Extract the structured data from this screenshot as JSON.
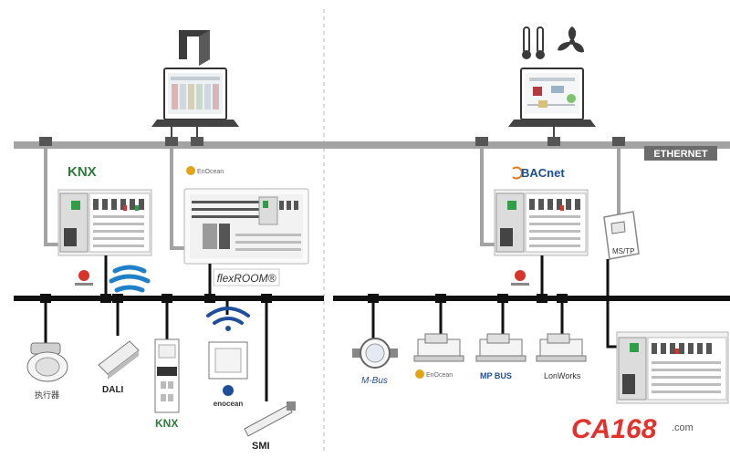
{
  "network": {
    "ethernet_label": "ETHERNET"
  },
  "controllers": {
    "knx_logo": "KNX",
    "bacnet_logo": "BACnet",
    "flexroom_label": "flexROOM®",
    "enocean_logo_small": "EnOcean",
    "ms_tp_label": "MS/TP"
  },
  "field_devices": {
    "actuator_label": "执行器",
    "dali_label": "DALI",
    "knx_label": "KNX",
    "enocean_label": "enocean",
    "smi_label": "SMI",
    "mbus_label": "M-Bus",
    "enocean_label_2": "EnOcean",
    "mp_bus_label": "MP BUS",
    "lonworks_label": "LonWorks"
  },
  "watermark": {
    "brand": "CA168",
    "suffix": ".com"
  },
  "colors": {
    "ethernet_gray": "#a3a3a3",
    "fieldbus_black": "#111111",
    "watermark_red": "#e2322b"
  }
}
